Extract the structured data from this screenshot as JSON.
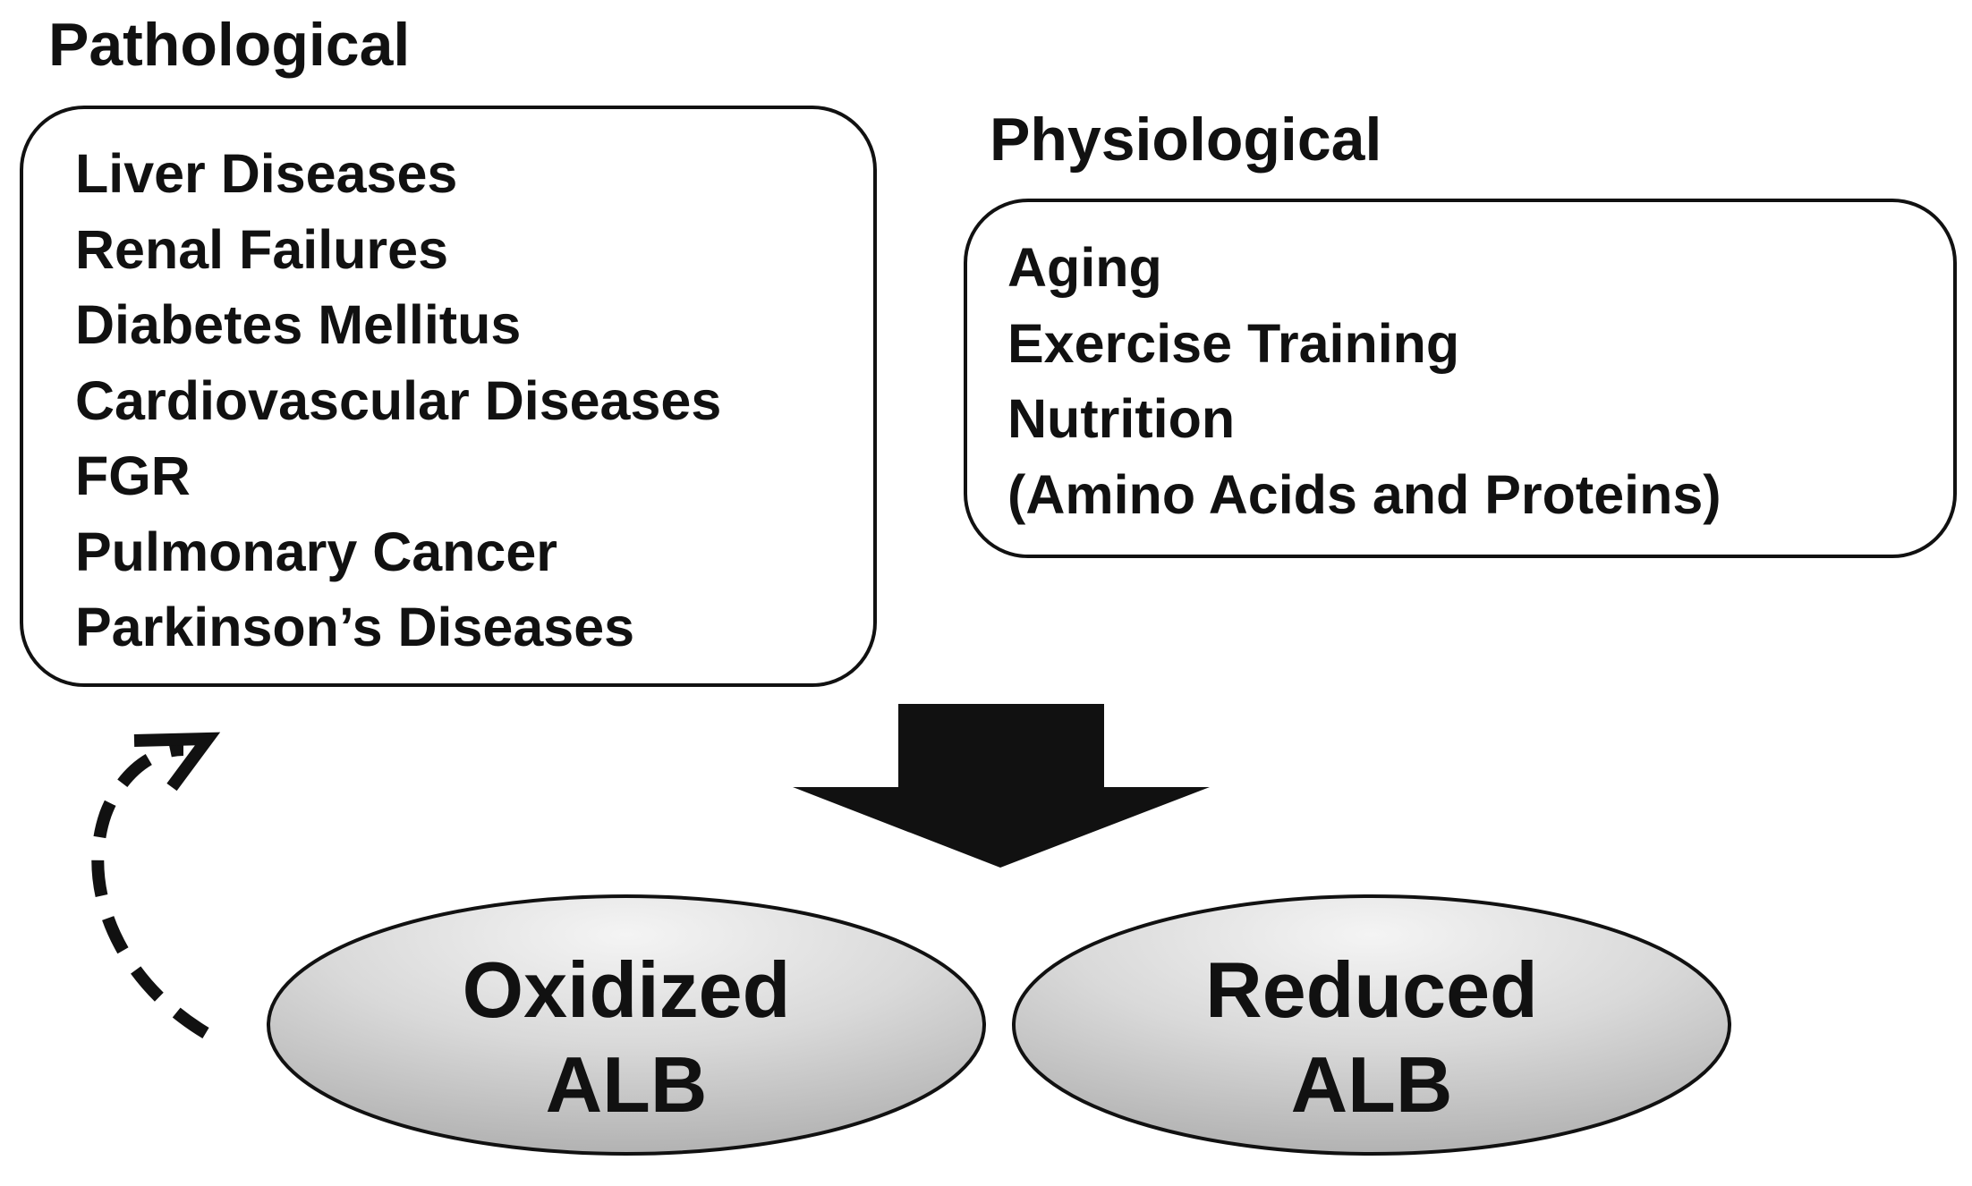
{
  "pathological": {
    "heading": "Pathological",
    "items": [
      "Liver Diseases",
      "Renal Failures",
      "Diabetes Mellitus",
      "Cardiovascular Diseases",
      "FGR",
      "Pulmonary Cancer",
      "Parkinson’s Diseases"
    ]
  },
  "physiological": {
    "heading": "Physiological",
    "items": [
      "Aging",
      "Exercise Training",
      "Nutrition",
      "(Amino Acids and Proteins)"
    ]
  },
  "states": {
    "oxidized": {
      "line1": "Oxidized",
      "line2": "ALB"
    },
    "reduced": {
      "line1": "Reduced",
      "line2": "ALB"
    }
  },
  "colors": {
    "ink": "#111111",
    "ellipse_light": "#f4f4f4",
    "ellipse_dark": "#a9a9a9"
  },
  "icons": {
    "down_arrow": "down-arrow-icon",
    "feedback_arrow": "dashed-curved-arrow-icon"
  }
}
